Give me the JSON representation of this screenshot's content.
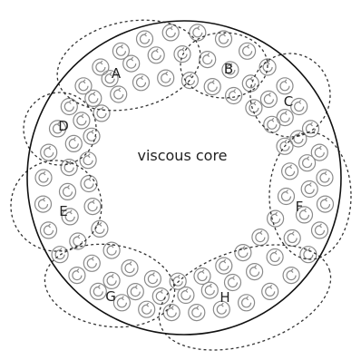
{
  "diagram": {
    "core_label": "viscous core",
    "regions": [
      {
        "id": "A",
        "label": "A"
      },
      {
        "id": "B",
        "label": "B"
      },
      {
        "id": "C",
        "label": "C"
      },
      {
        "id": "D",
        "label": "D"
      },
      {
        "id": "E",
        "label": "E"
      },
      {
        "id": "F",
        "label": "F"
      },
      {
        "id": "G",
        "label": "G"
      },
      {
        "id": "H",
        "label": "H"
      }
    ],
    "colors": {
      "circle": "#111111",
      "eddy": "#8a8a8a",
      "boundary": "#333333",
      "text": "#222222"
    }
  }
}
